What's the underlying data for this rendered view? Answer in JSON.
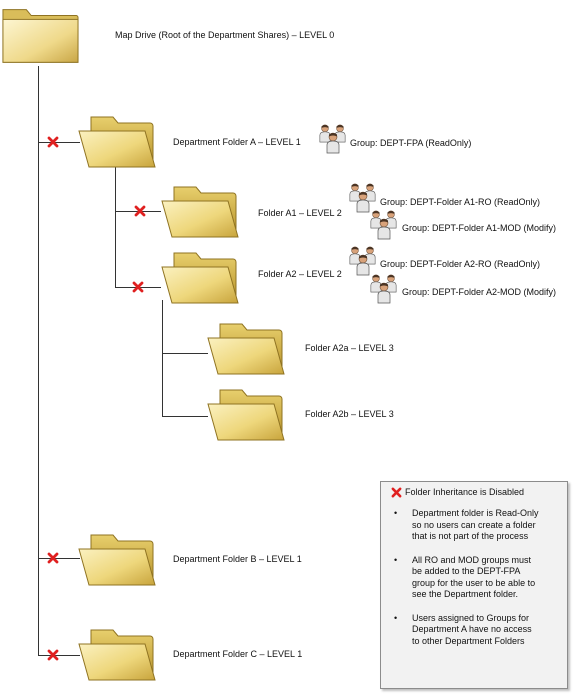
{
  "root": {
    "label": "Map Drive (Root of the Department Shares) – LEVEL 0"
  },
  "dept_a": {
    "label": "Department Folder A – LEVEL 1",
    "group": "Group: DEPT-FPA (ReadOnly)"
  },
  "folder_a1": {
    "label": "Folder A1 – LEVEL 2",
    "group_ro": "Group: DEPT-Folder A1-RO (ReadOnly)",
    "group_mod": "Group: DEPT-Folder A1-MOD (Modify)"
  },
  "folder_a2": {
    "label": "Folder A2 – LEVEL 2",
    "group_ro": "Group: DEPT-Folder A2-RO (ReadOnly)",
    "group_mod": "Group: DEPT-Folder A2-MOD (Modify)"
  },
  "folder_a2a": {
    "label": "Folder A2a – LEVEL 3"
  },
  "folder_a2b": {
    "label": "Folder A2b – LEVEL 3"
  },
  "dept_b": {
    "label": "Department Folder B – LEVEL 1"
  },
  "dept_c": {
    "label": "Department Folder C – LEVEL 1"
  },
  "legend": {
    "title": "Folder Inheritance is Disabled",
    "bullets": [
      "Department folder is Read-Only so no users can create a folder that is not part of the process",
      "All RO and MOD groups must be added to the DEPT-FPA group for the user to be able to see the Department folder.",
      "Users assigned to Groups for Department A have no access to other Department Folders"
    ]
  },
  "colors": {
    "folder_light": "#f6e7a2",
    "folder_dark": "#c9a83a",
    "inheritance_x": "#e02020",
    "connector": "#333333"
  },
  "icons": {
    "folder": "folder-icon",
    "group": "user-group-icon",
    "inheritance_disabled": "red-x-icon"
  }
}
